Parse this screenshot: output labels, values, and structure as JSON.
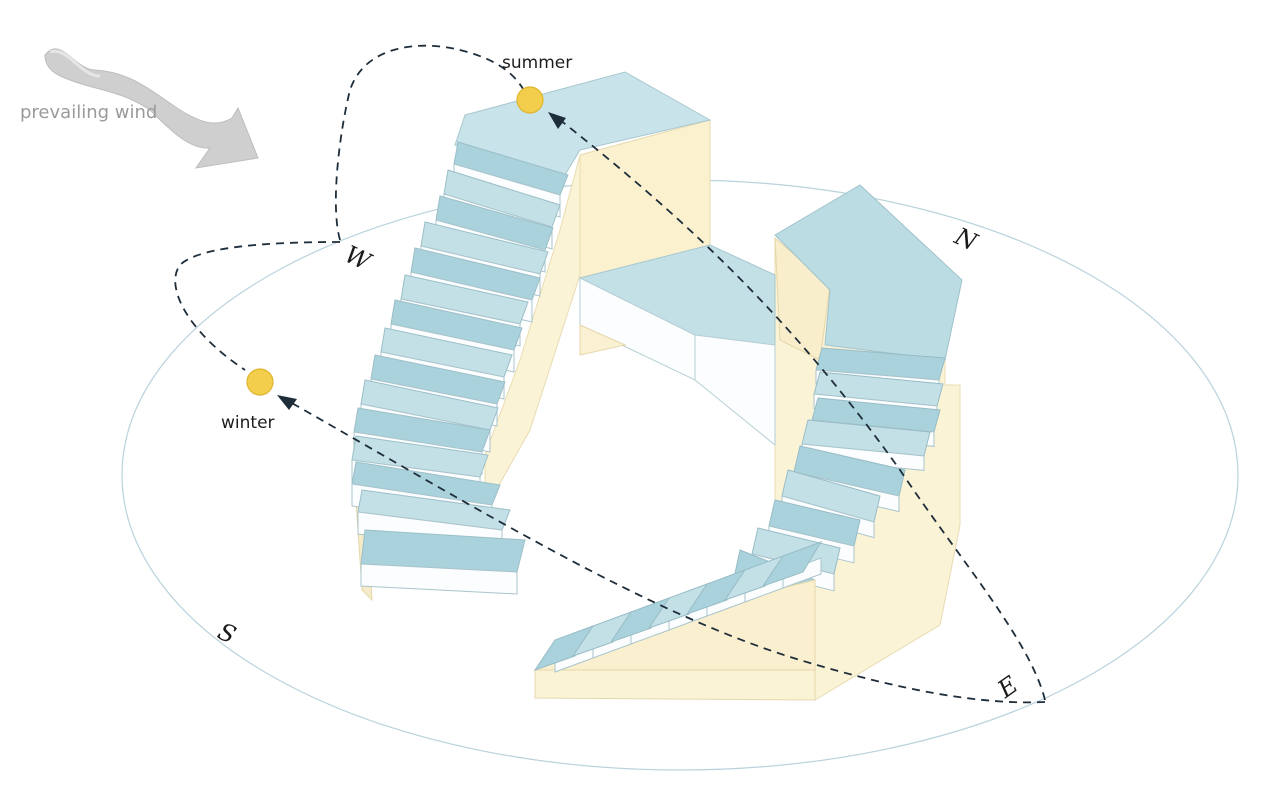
{
  "labels": {
    "prevailing_wind": "prevailing wind",
    "summer": "summer",
    "winter": "winter"
  },
  "compass": {
    "north": "N",
    "south": "S",
    "east": "E",
    "west": "W"
  },
  "colors": {
    "tread": "#c3e0e6",
    "tread_dark": "#a9d2dc",
    "riser": "#fbfdfe",
    "wall": "#fbf3d6",
    "sun": "#f3cd4c",
    "sun_path": "#1e2d3a",
    "ground_ellipse": "#b9d2dc",
    "wind": "#c8c8c8"
  }
}
